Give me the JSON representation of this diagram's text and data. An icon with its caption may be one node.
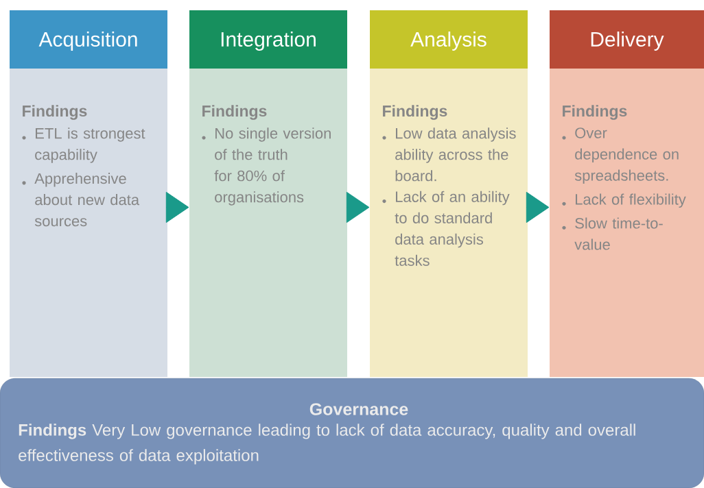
{
  "diagram": {
    "nodes": [
      {
        "text": [
          "Acquisition",
          "Findings",
          "ETL is strongest capability",
          "Apprehensive about new data sources"
        ]
      },
      {
        "text": [
          "Integration",
          "Findings",
          "No single version of the truth for 80% of organisations"
        ]
      },
      {
        "text": [
          "Analysis",
          "Findings",
          "Low data analysis ability across the board.",
          "Lack of an ability to do standard data analysis tasks"
        ]
      },
      {
        "text": [
          "Delivery",
          "Findings",
          "Over dependence on spreadsheets.",
          "Lack of flexibility",
          "Slow time-to-value"
        ]
      },
      {
        "text": [
          "Governance",
          "**Findings** Very Low governance leading to lack of data accuracy, quality and overall effectiveness of data exploitation"
        ]
      }
    ],
    "edges": [
      {
        "from": 0,
        "to": 1,
        "arrow": "to"
      },
      {
        "from": 1,
        "to": 2,
        "arrow": "to"
      },
      {
        "from": 2,
        "to": 3,
        "arrow": "to"
      }
    ]
  }
}
